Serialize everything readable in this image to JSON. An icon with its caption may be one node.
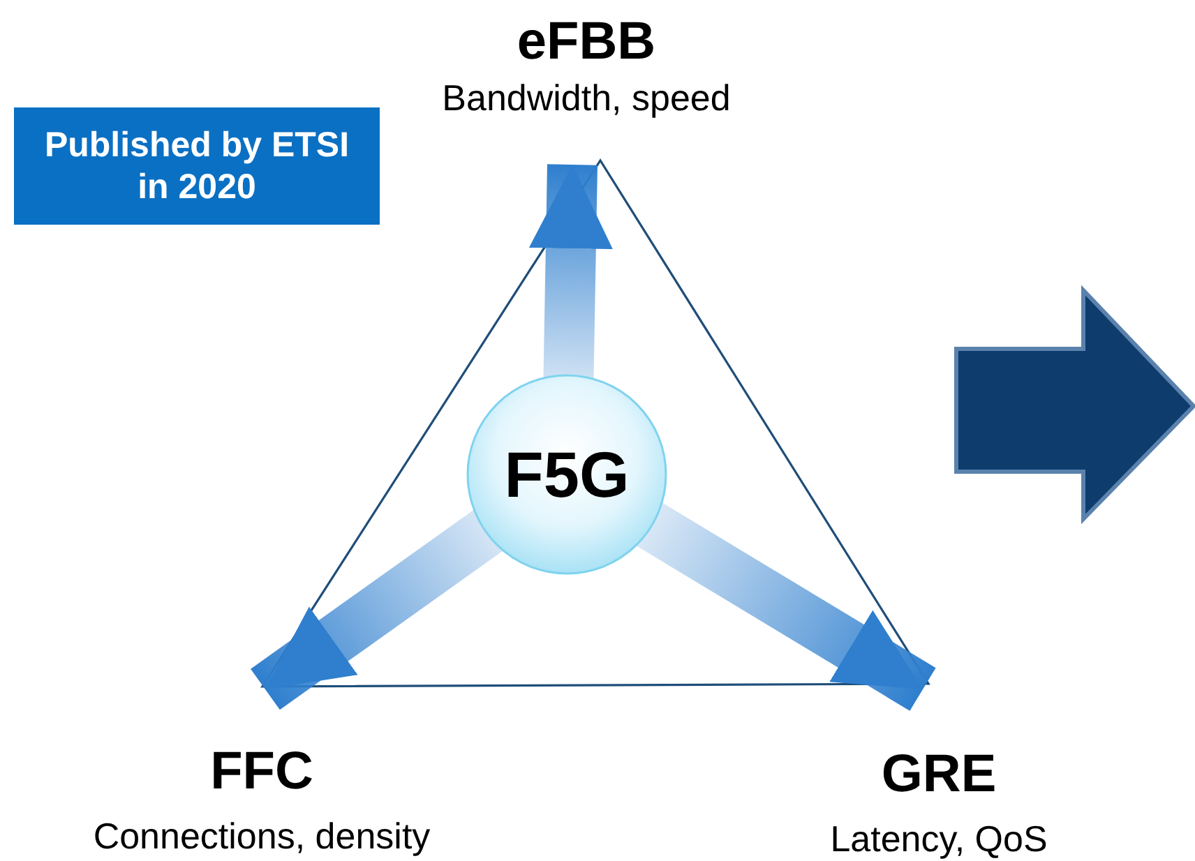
{
  "diagram": {
    "nodes": [
      {
        "text": [
          "F5G"
        ]
      },
      {
        "text": [
          "eFBB",
          "Bandwidth, speed"
        ]
      },
      {
        "text": [
          "FFC",
          "Connections, density"
        ]
      },
      {
        "text": [
          "GRE",
          "Latency, QoS"
        ]
      },
      {
        "text": [
          "Published by ETSI in 2020"
        ]
      }
    ],
    "edges": [
      {
        "from": 0,
        "to": 1,
        "arrow": "to"
      },
      {
        "from": 0,
        "to": 2,
        "arrow": "to"
      },
      {
        "from": 0,
        "to": 3,
        "arrow": "to"
      }
    ]
  }
}
